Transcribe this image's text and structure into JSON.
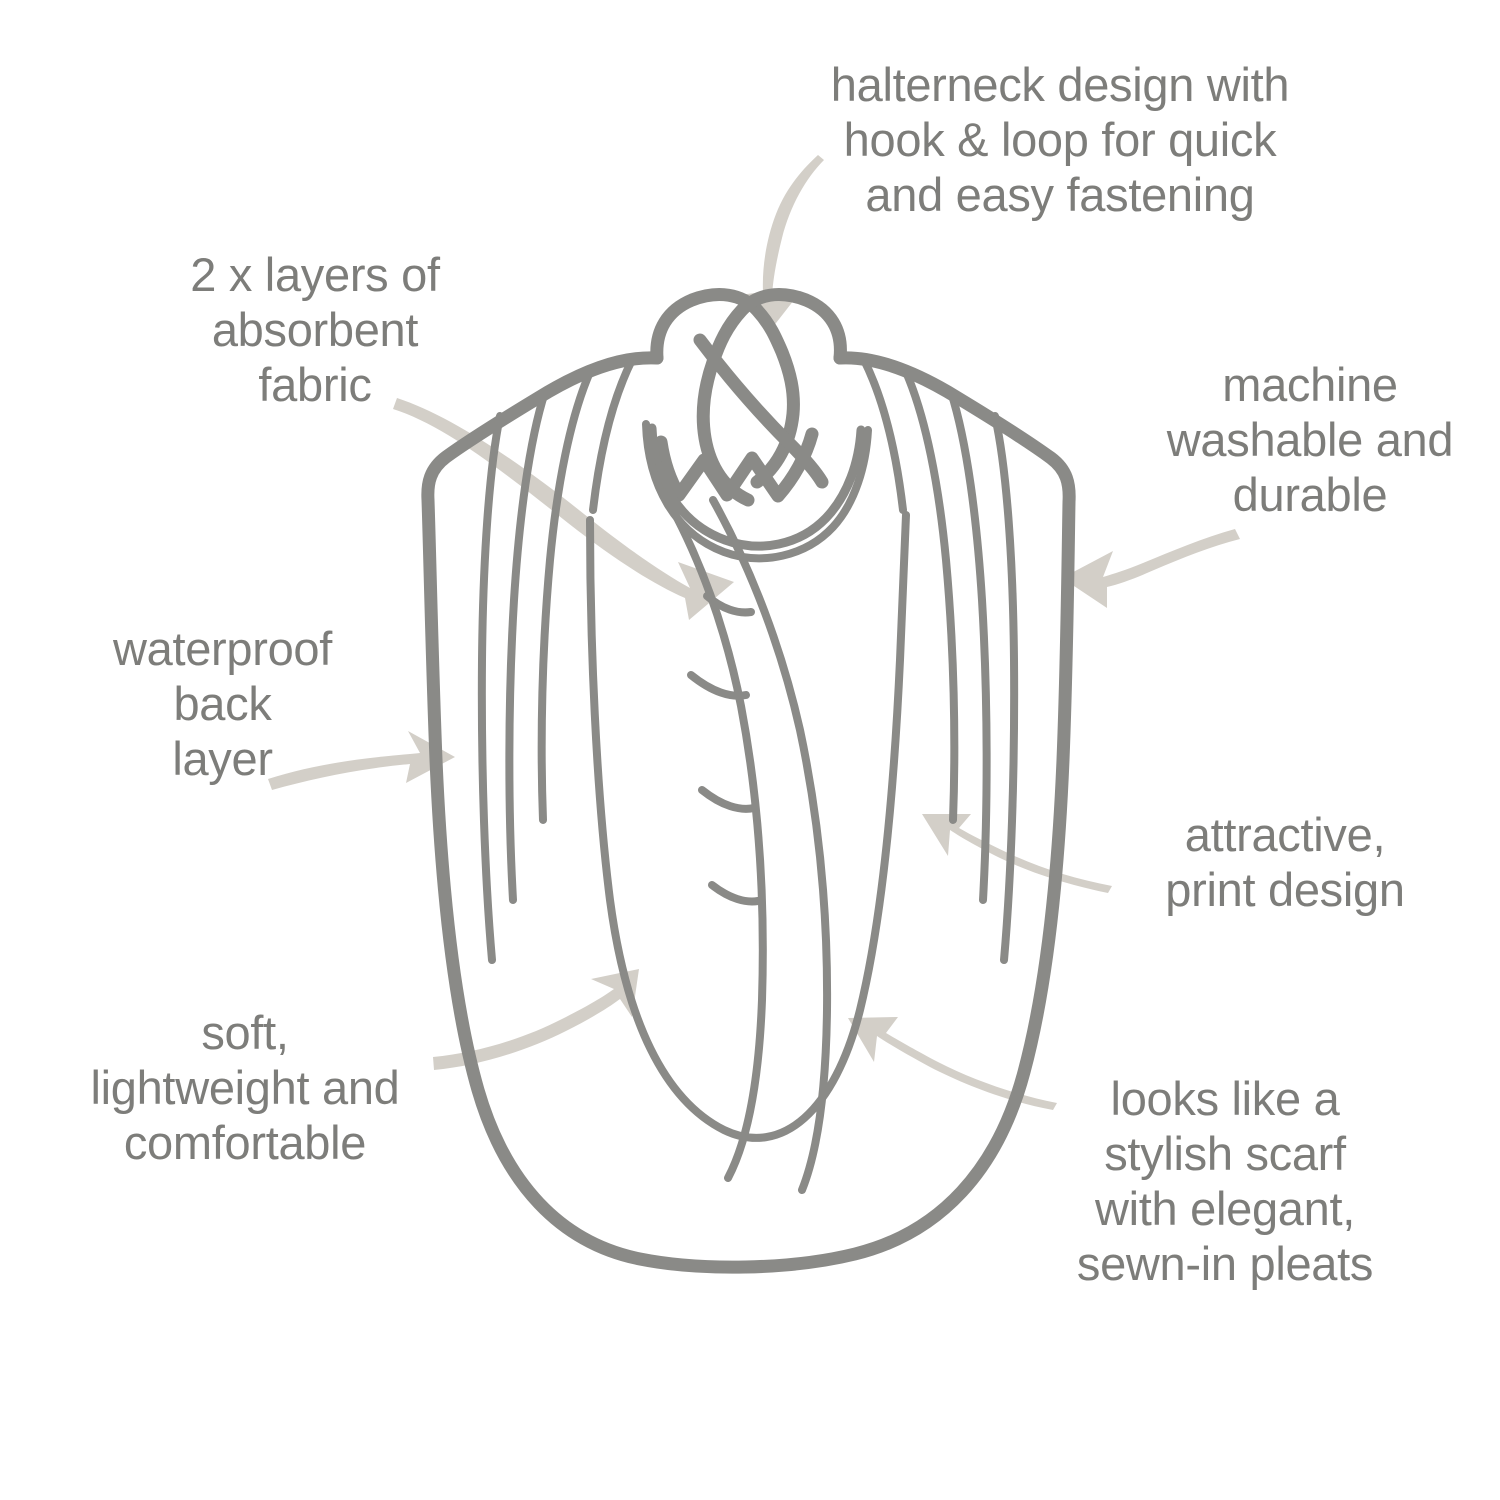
{
  "diagram": {
    "title": "Dribble bib / scarf product feature diagram",
    "subject": "halterneck dribble scarf illustration",
    "colors": {
      "background": "#ffffff",
      "outline": "#8a8a87",
      "outline_dark": "#7f7f7c",
      "pleat_line": "#84847f",
      "arrow_fill": "#d3cfc8",
      "text": "#7d7d7a"
    },
    "callouts": [
      {
        "id": "halterneck",
        "text": "halterneck design with\nhook & loop for quick\nand easy fastening",
        "arrow": "arrow-down-to-neck"
      },
      {
        "id": "layers",
        "text": "2 x layers of\nabsorbent\nfabric",
        "arrow": "arrow-right-to-body"
      },
      {
        "id": "machine_washable",
        "text": "machine\nwashable and\ndurable",
        "arrow": "arrow-left-to-right-edge"
      },
      {
        "id": "waterproof",
        "text": "waterproof\nback\nlayer",
        "arrow": "arrow-right-to-left-edge"
      },
      {
        "id": "attractive",
        "text": "attractive,\nprint design",
        "arrow": "arrow-upleft-to-body"
      },
      {
        "id": "soft",
        "text": "soft,\nlightweight and\ncomfortable",
        "arrow": "arrow-upright-to-lower-body"
      },
      {
        "id": "scarf",
        "text": "looks like a\nstylish scarf\nwith elegant,\nsewn-in pleats",
        "arrow": "arrow-upleft-to-lower-body"
      }
    ],
    "illustration_parts": [
      "neck-strap-left-loop",
      "neck-strap-right-loop",
      "zigzag-collar",
      "body-outline",
      "shoulder-pleat-lines",
      "drape-curves",
      "inner-hem-curve"
    ]
  }
}
